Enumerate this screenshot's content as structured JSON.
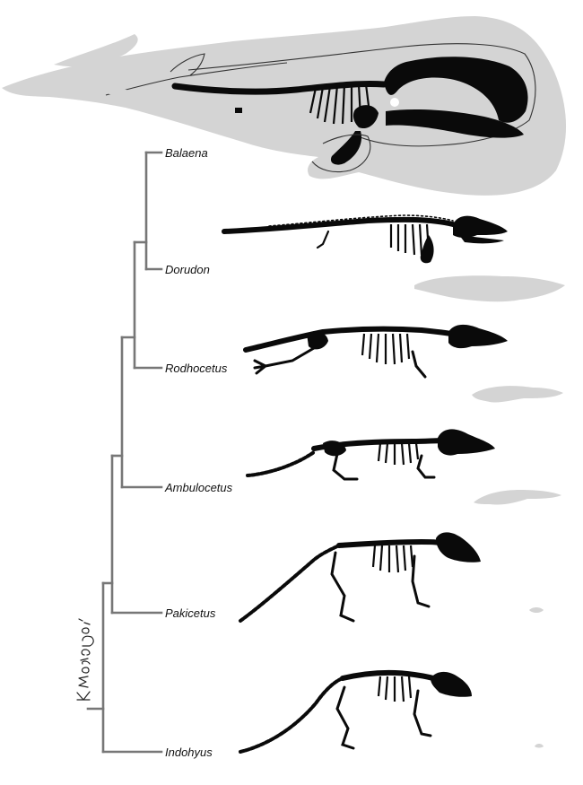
{
  "figure": {
    "taxa": [
      {
        "key": "balaena",
        "label": "Balaena"
      },
      {
        "key": "dorudon",
        "label": "Dorudon"
      },
      {
        "key": "rodhocetus",
        "label": "Rodhocetus"
      },
      {
        "key": "ambulocetus",
        "label": "Ambulocetus"
      },
      {
        "key": "pakicetus",
        "label": "Pakicetus"
      },
      {
        "key": "indohyus",
        "label": "Indohyus"
      }
    ],
    "signature": "K. Moraga '05",
    "colors": {
      "branch": "#777777",
      "skeleton": "#0a0a0a",
      "silhouette": "#d4d4d4"
    }
  }
}
